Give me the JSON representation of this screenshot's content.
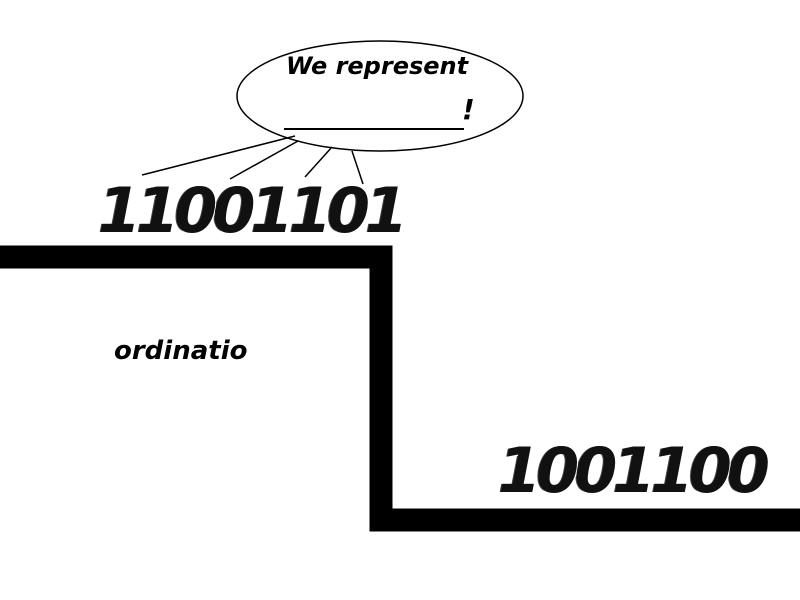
{
  "speech_bubble": {
    "text": "We represent",
    "punctuation": "!"
  },
  "upper_step": {
    "binary": "11001101"
  },
  "lower_step": {
    "binary": "1001100"
  },
  "side_label": {
    "text": "ordinatio"
  }
}
